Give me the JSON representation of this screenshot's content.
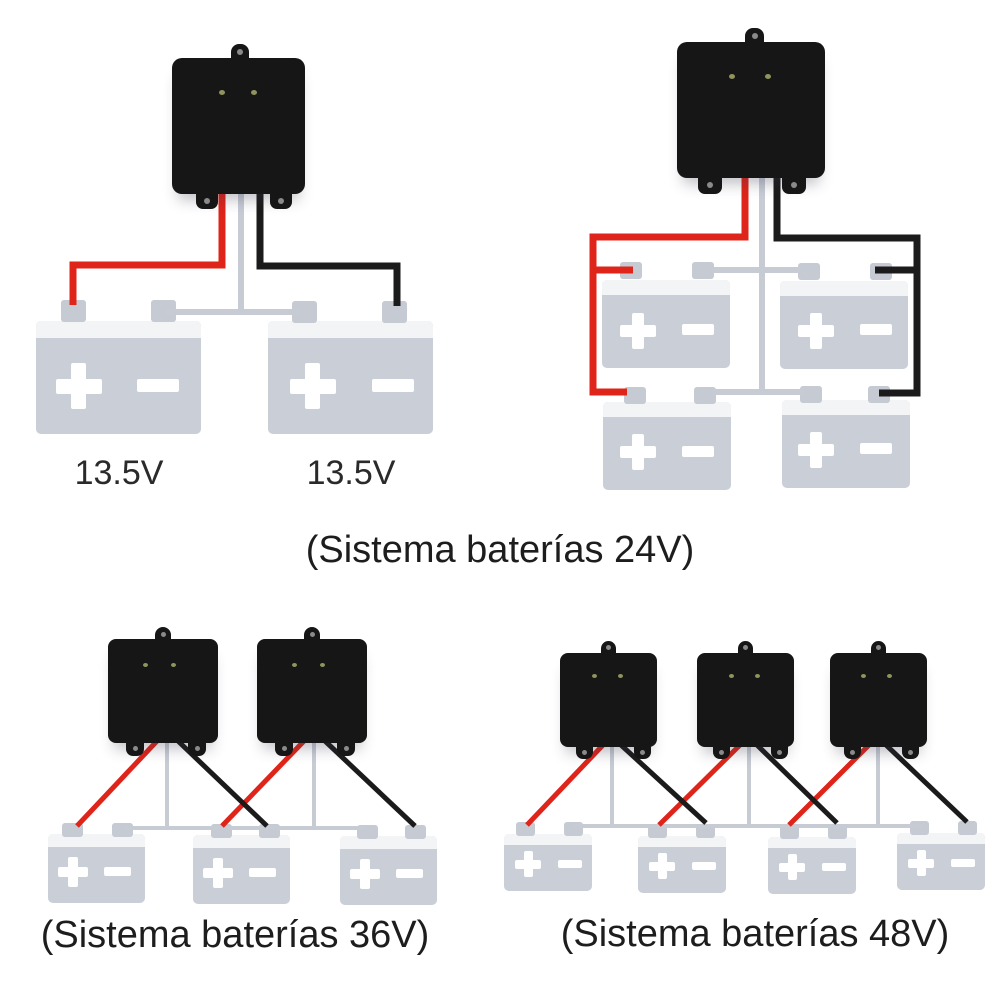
{
  "top_left_diagram": {
    "battery_labels": [
      "13.5V",
      "13.5V"
    ]
  },
  "captions": {
    "system_24v": "(Sistema baterías 24V)",
    "system_36v": "(Sistema baterías 36V)",
    "system_48v": "(Sistema baterías 48V)"
  },
  "colors": {
    "background": "#ffffff",
    "device_body": "#161616",
    "device_mounting_hole": "#8a8a8a",
    "led_indicator": "#8f935c",
    "wire_red": "#df241a",
    "wire_black": "#1b1b1b",
    "wire_gray": "#c6cbd4",
    "battery_body": "#c9ced7",
    "battery_top_band": "#f3f4f6",
    "battery_terminal_post": "#c5cad3",
    "battery_symbol": "#ffffff",
    "caption_text": "#1d1d1d"
  },
  "icons": {
    "plus_terminal_icon": "thick white plus cross",
    "minus_terminal_icon": "thick white horizontal bar",
    "mounting_hole_icon": "small gray circle",
    "led_indicator_icon": "small olive dot"
  }
}
